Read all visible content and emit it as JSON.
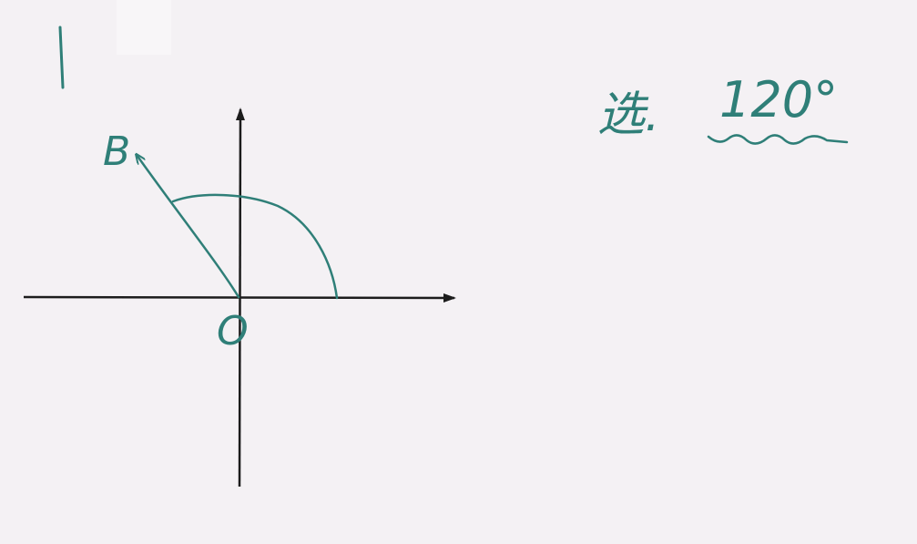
{
  "board": {
    "problem_number": "1",
    "answer_prefix": "选.",
    "answer_value": "120°",
    "point_b": "B",
    "origin": "O",
    "ink_color": "#2f7f78",
    "axis_color": "#1c1c1c",
    "background": "#f4f1f4"
  }
}
